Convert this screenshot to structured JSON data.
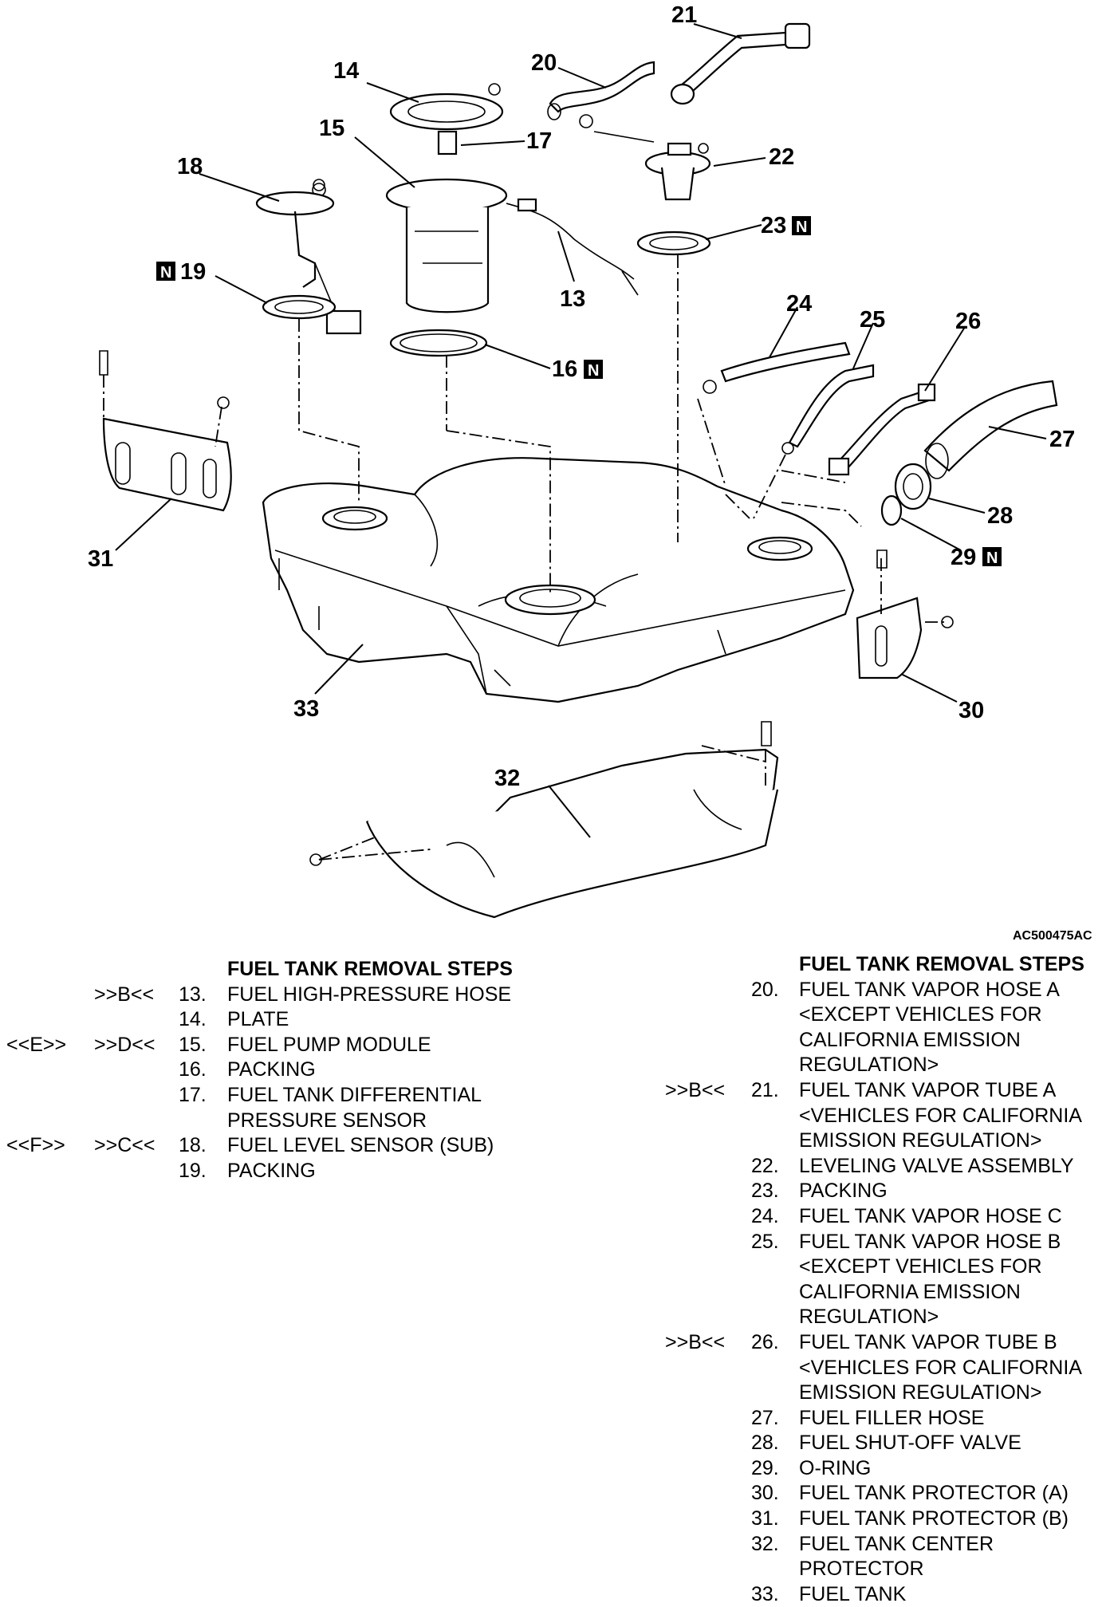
{
  "figure_id": "AC500475AC",
  "callouts": [
    {
      "id": "c13",
      "text": "13"
    },
    {
      "id": "c14",
      "text": "14"
    },
    {
      "id": "c15",
      "text": "15"
    },
    {
      "id": "c16",
      "text": "16",
      "mark": "N"
    },
    {
      "id": "c17",
      "text": "17"
    },
    {
      "id": "c18",
      "text": "18"
    },
    {
      "id": "c19",
      "text": "19",
      "mark": "N"
    },
    {
      "id": "c20",
      "text": "20"
    },
    {
      "id": "c21",
      "text": "21"
    },
    {
      "id": "c22",
      "text": "22"
    },
    {
      "id": "c23",
      "text": "23",
      "mark": "N"
    },
    {
      "id": "c24",
      "text": "24"
    },
    {
      "id": "c25",
      "text": "25"
    },
    {
      "id": "c26",
      "text": "26"
    },
    {
      "id": "c27",
      "text": "27"
    },
    {
      "id": "c28",
      "text": "28"
    },
    {
      "id": "c29",
      "text": "29",
      "mark": "N"
    },
    {
      "id": "c30",
      "text": "30"
    },
    {
      "id": "c31",
      "text": "31"
    },
    {
      "id": "c32",
      "text": "32"
    },
    {
      "id": "c33",
      "text": "33"
    }
  ],
  "left_list": {
    "heading": "FUEL TANK REMOVAL STEPS",
    "items": [
      {
        "m1": "",
        "m2": ">>B<<",
        "num": "13.",
        "lines": [
          "FUEL HIGH-PRESSURE HOSE"
        ]
      },
      {
        "m1": "",
        "m2": "",
        "num": "14.",
        "lines": [
          "PLATE"
        ]
      },
      {
        "m1": "<<E>>",
        "m2": ">>D<<",
        "num": "15.",
        "lines": [
          "FUEL PUMP MODULE"
        ]
      },
      {
        "m1": "",
        "m2": "",
        "num": "16.",
        "lines": [
          "PACKING"
        ]
      },
      {
        "m1": "",
        "m2": "",
        "num": "17.",
        "lines": [
          "FUEL TANK DIFFERENTIAL",
          "PRESSURE SENSOR"
        ]
      },
      {
        "m1": "<<F>>",
        "m2": ">>C<<",
        "num": "18.",
        "lines": [
          "FUEL LEVEL SENSOR (SUB)"
        ]
      },
      {
        "m1": "",
        "m2": "",
        "num": "19.",
        "lines": [
          "PACKING"
        ]
      }
    ]
  },
  "right_list": {
    "heading": "FUEL TANK REMOVAL STEPS",
    "items": [
      {
        "m2": "",
        "num": "20.",
        "lines": [
          "FUEL TANK VAPOR HOSE A",
          "<EXCEPT VEHICLES FOR",
          "CALIFORNIA EMISSION",
          "REGULATION>"
        ]
      },
      {
        "m2": ">>B<<",
        "num": "21.",
        "lines": [
          "FUEL TANK VAPOR TUBE A",
          "<VEHICLES FOR CALIFORNIA",
          "EMISSION REGULATION>"
        ]
      },
      {
        "m2": "",
        "num": "22.",
        "lines": [
          "LEVELING VALVE ASSEMBLY"
        ]
      },
      {
        "m2": "",
        "num": "23.",
        "lines": [
          "PACKING"
        ]
      },
      {
        "m2": "",
        "num": "24.",
        "lines": [
          "FUEL TANK VAPOR HOSE C"
        ]
      },
      {
        "m2": "",
        "num": "25.",
        "lines": [
          "FUEL TANK VAPOR HOSE B",
          "<EXCEPT VEHICLES FOR",
          "CALIFORNIA EMISSION",
          "REGULATION>"
        ]
      },
      {
        "m2": ">>B<<",
        "num": "26.",
        "lines": [
          "FUEL TANK VAPOR TUBE B",
          "<VEHICLES FOR CALIFORNIA",
          "EMISSION REGULATION>"
        ]
      },
      {
        "m2": "",
        "num": "27.",
        "lines": [
          "FUEL FILLER HOSE"
        ]
      },
      {
        "m2": "",
        "num": "28.",
        "lines": [
          "FUEL SHUT-OFF VALVE"
        ]
      },
      {
        "m2": "",
        "num": "29.",
        "lines": [
          "O-RING"
        ]
      },
      {
        "m2": "",
        "num": "30.",
        "lines": [
          "FUEL TANK PROTECTOR (A)"
        ]
      },
      {
        "m2": "",
        "num": "31.",
        "lines": [
          "FUEL TANK PROTECTOR (B)"
        ]
      },
      {
        "m2": "",
        "num": "32.",
        "lines": [
          "FUEL TANK CENTER",
          "PROTECTOR"
        ]
      },
      {
        "m2": "",
        "num": "33.",
        "lines": [
          "FUEL TANK"
        ]
      }
    ]
  }
}
